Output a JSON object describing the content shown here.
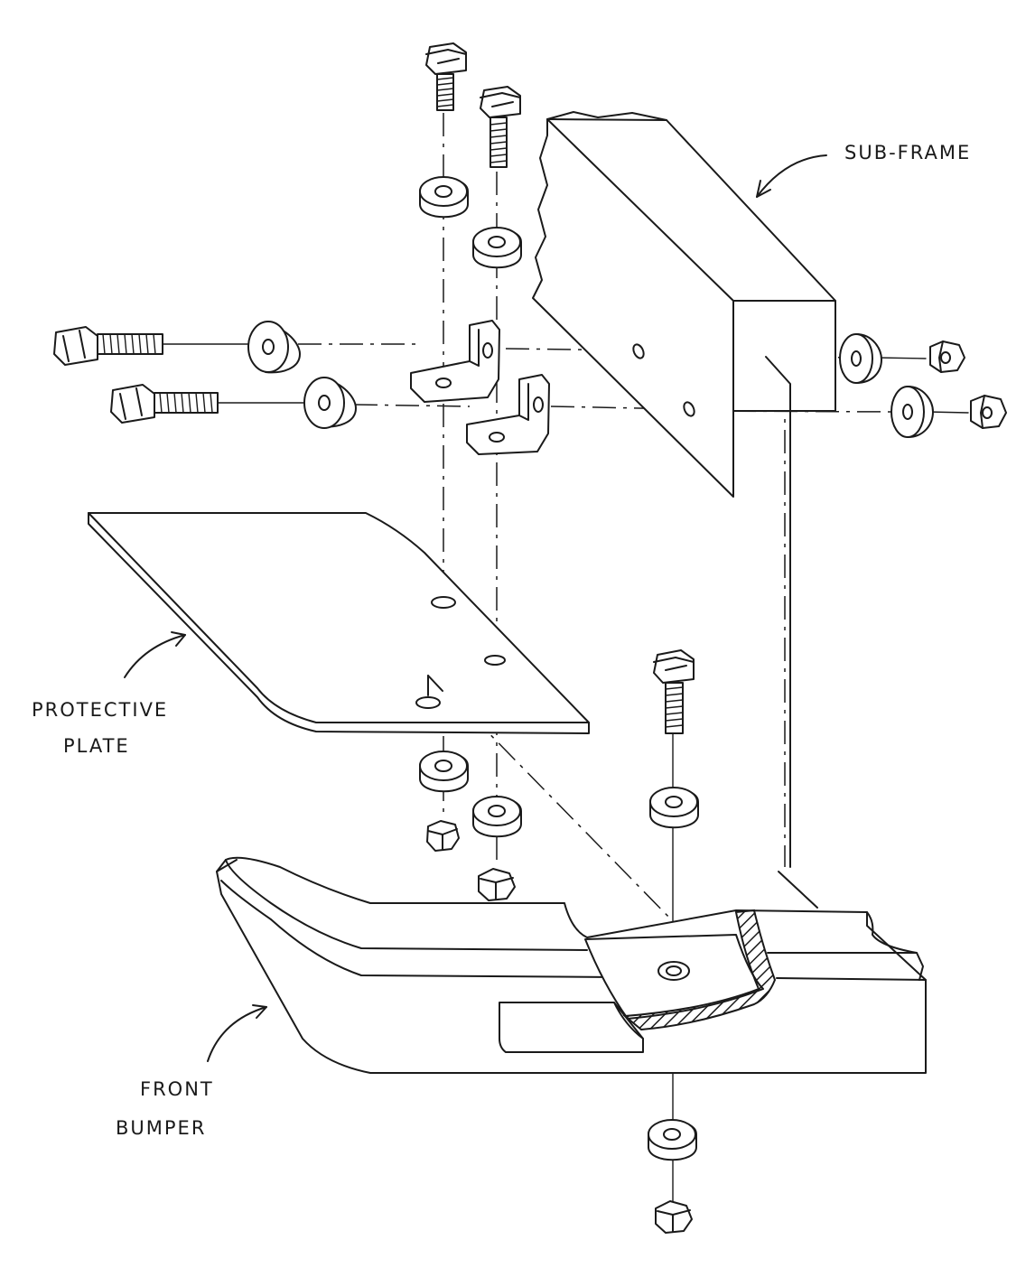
{
  "labels": {
    "sub_frame": "SUB-FRAME",
    "protective_plate_line1": "PROTECTIVE",
    "protective_plate_line2": "PLATE",
    "front_bumper_line1": "FRONT",
    "front_bumper_line2": "BUMPER"
  },
  "colors": {
    "ink": "#1a1a1a",
    "paper": "#ffffff"
  }
}
